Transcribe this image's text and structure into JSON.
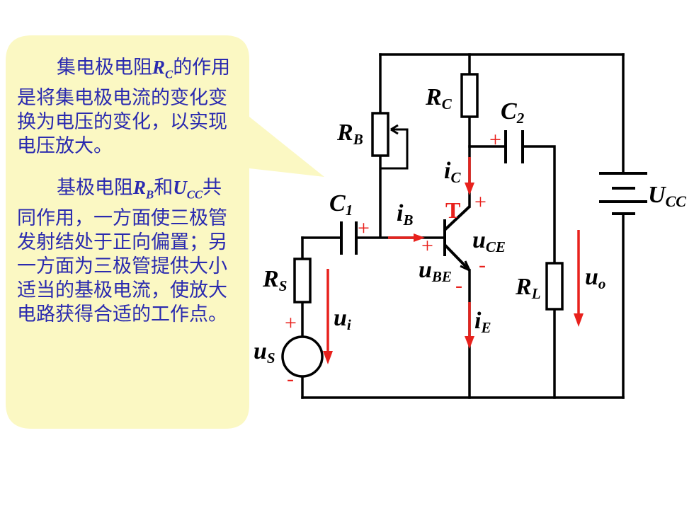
{
  "note": {
    "p1": {
      "before": "集电极电阻",
      "sym": "R",
      "sub": "C",
      "after": "的作用是将集电极电流的变化变换为电压的变化，以实现电压放大。"
    },
    "p2": {
      "before": "基极电阻",
      "sym1": "R",
      "sub1": "B",
      "mid": "和",
      "sym2": "U",
      "sub2": "CC",
      "after": "共同作用，一方面使三极管发射结处于正向偏置；另一方面为三极管提供大小适当的基极电流，使放大电路获得合适的工作点。"
    }
  },
  "circuit": {
    "labels": {
      "rc": {
        "main": "R",
        "sub": "C"
      },
      "c2": {
        "main": "C",
        "sub": "2"
      },
      "rb": {
        "main": "R",
        "sub": "B"
      },
      "ic": {
        "main": "i",
        "sub": "C"
      },
      "ucc": {
        "main": "U",
        "sub": "CC"
      },
      "c1": {
        "main": "C",
        "sub": "1"
      },
      "ib": {
        "main": "i",
        "sub": "B"
      },
      "transistor": "T",
      "uce": {
        "main": "u",
        "sub": "CE"
      },
      "ube": {
        "main": "u",
        "sub": "BE"
      },
      "rs": {
        "main": "R",
        "sub": "S"
      },
      "rl": {
        "main": "R",
        "sub": "L"
      },
      "uo": {
        "main": "u",
        "sub": "o"
      },
      "ui": {
        "main": "u",
        "sub": "i"
      },
      "ie": {
        "main": "i",
        "sub": "E"
      },
      "us": {
        "main": "u",
        "sub": "S"
      }
    },
    "signs": {
      "plus": "+",
      "minus": "-"
    },
    "colors": {
      "wire": "#000000",
      "arrow": "#e8211c",
      "callout": "#fbf8c3",
      "text": "#2a2aaf"
    }
  }
}
